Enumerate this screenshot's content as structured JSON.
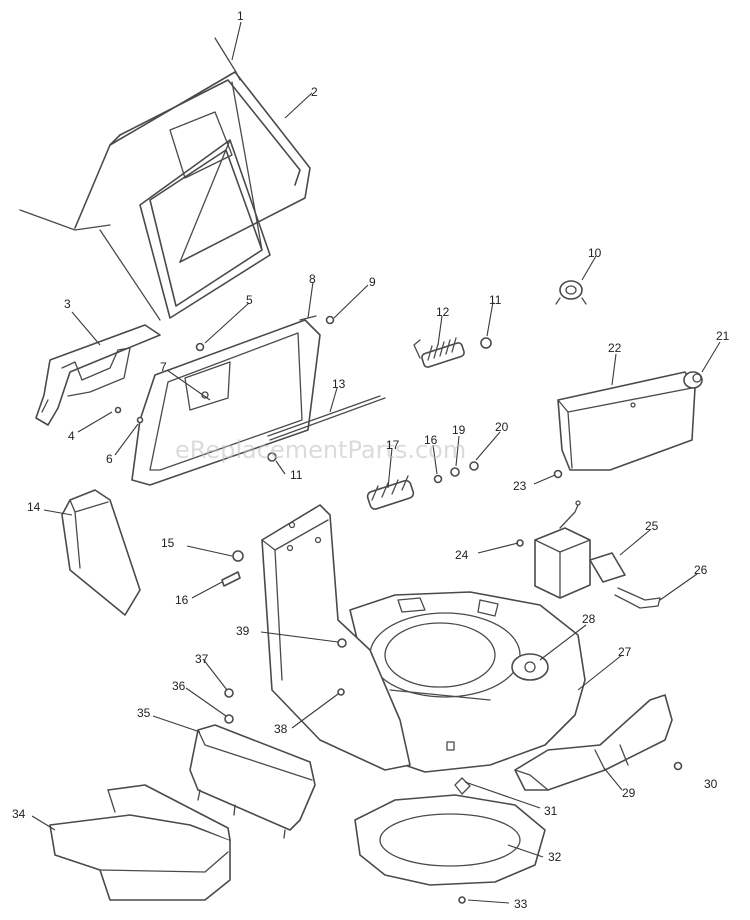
{
  "watermark": "eReplacementParts.com",
  "callouts": {
    "c1": "1",
    "c2": "2",
    "c3": "3",
    "c4": "4",
    "c5": "5",
    "c6": "6",
    "c7": "7",
    "c8": "8",
    "c9": "9",
    "c10": "10",
    "c11a": "11",
    "c11b": "11",
    "c12": "12",
    "c13": "13",
    "c14": "14",
    "c15": "15",
    "c16a": "16",
    "c16b": "16",
    "c17": "17",
    "c19": "19",
    "c20": "20",
    "c21": "21",
    "c22": "22",
    "c23": "23",
    "c24": "24",
    "c25": "25",
    "c26": "26",
    "c27": "27",
    "c28": "28",
    "c29": "29",
    "c30": "30",
    "c31": "31",
    "c32": "32",
    "c33": "33",
    "c34": "34",
    "c35": "35",
    "c36": "36",
    "c37": "37",
    "c38": "38",
    "c39": "39"
  }
}
